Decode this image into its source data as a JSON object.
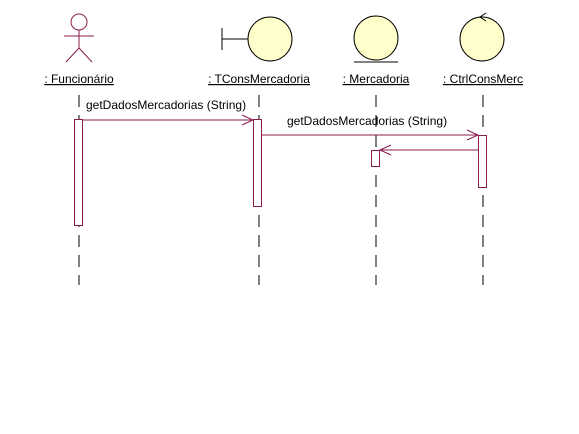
{
  "colors": {
    "line": "#8b1c4e",
    "icon_fill": "#ffffcc",
    "icon_stroke": "#000000",
    "background": "#ffffff"
  },
  "participants": [
    {
      "name": ": Funcionário",
      "stereotype": "actor"
    },
    {
      "name": ": TConsMercadoria",
      "stereotype": "boundary"
    },
    {
      "name": ": Mercadoria",
      "stereotype": "entity"
    },
    {
      "name": ": CtrlConsMerc",
      "stereotype": "control"
    }
  ],
  "messages": [
    {
      "label": "getDadosMercadorias (String)",
      "from": 0,
      "to": 1
    },
    {
      "label": "getDadosMercadorias (String)",
      "from": 1,
      "to": 3
    },
    {
      "label": "",
      "from": 3,
      "to": 2
    }
  ]
}
